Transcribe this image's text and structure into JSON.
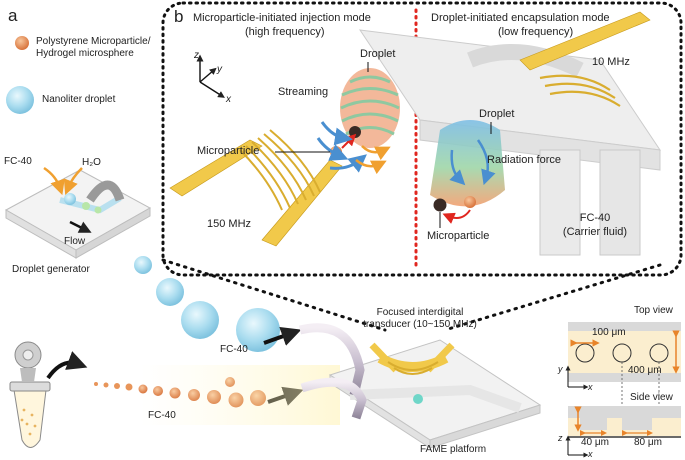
{
  "panel_a": {
    "letter": "a",
    "legend_particle_line1": "Polystyrene Microparticle/",
    "legend_particle_line2": "Hydrogel microsphere",
    "legend_droplet": "Nanoliter droplet",
    "generator_oil": "FC-40",
    "generator_water": "H₂O",
    "generator_flow": "Flow",
    "generator_title": "Droplet generator",
    "inlet_oil_top": "FC-40",
    "inlet_oil_bottom": "FC-40",
    "transducer_line1": "Focused interdigital",
    "transducer_line2": "transducer (10~150 MHz)",
    "platform": "FAME platform",
    "top_view": "Top view",
    "side_view": "Side view",
    "dim_100": "100 μm",
    "dim_400": "400 μm",
    "dim_40": "40 μm",
    "dim_80": "80 μm",
    "axis_y": "y",
    "axis_x": "x",
    "axis_z": "z",
    "axis_x2": "x"
  },
  "panel_b": {
    "letter": "b",
    "left_title_line1": "Microparticle-initiated injection mode",
    "left_title_line2": "(high frequency)",
    "right_title": "Droplet-initiated encapsulation mode",
    "right_subtitle": "(low frequency)",
    "axis_z": "z",
    "axis_y": "y",
    "axis_x": "x",
    "left_droplet": "Droplet",
    "streaming": "Streaming",
    "left_microparticle": "Microparticle",
    "freq_high": "150 MHz",
    "freq_low": "10 MHz",
    "right_droplet": "Droplet",
    "radiation_force": "Radiation force",
    "right_microparticle": "Microparticle",
    "carrier_line1": "FC-40",
    "carrier_line2": "(Carrier fluid)"
  },
  "colors": {
    "particle": "#e8955a",
    "droplet": "#a9dcef",
    "electrode": "#f1c94a",
    "dots_divider": "#e0261f",
    "arrow_orange": "#f0a030",
    "arrow_blue": "#4a8fd0"
  }
}
